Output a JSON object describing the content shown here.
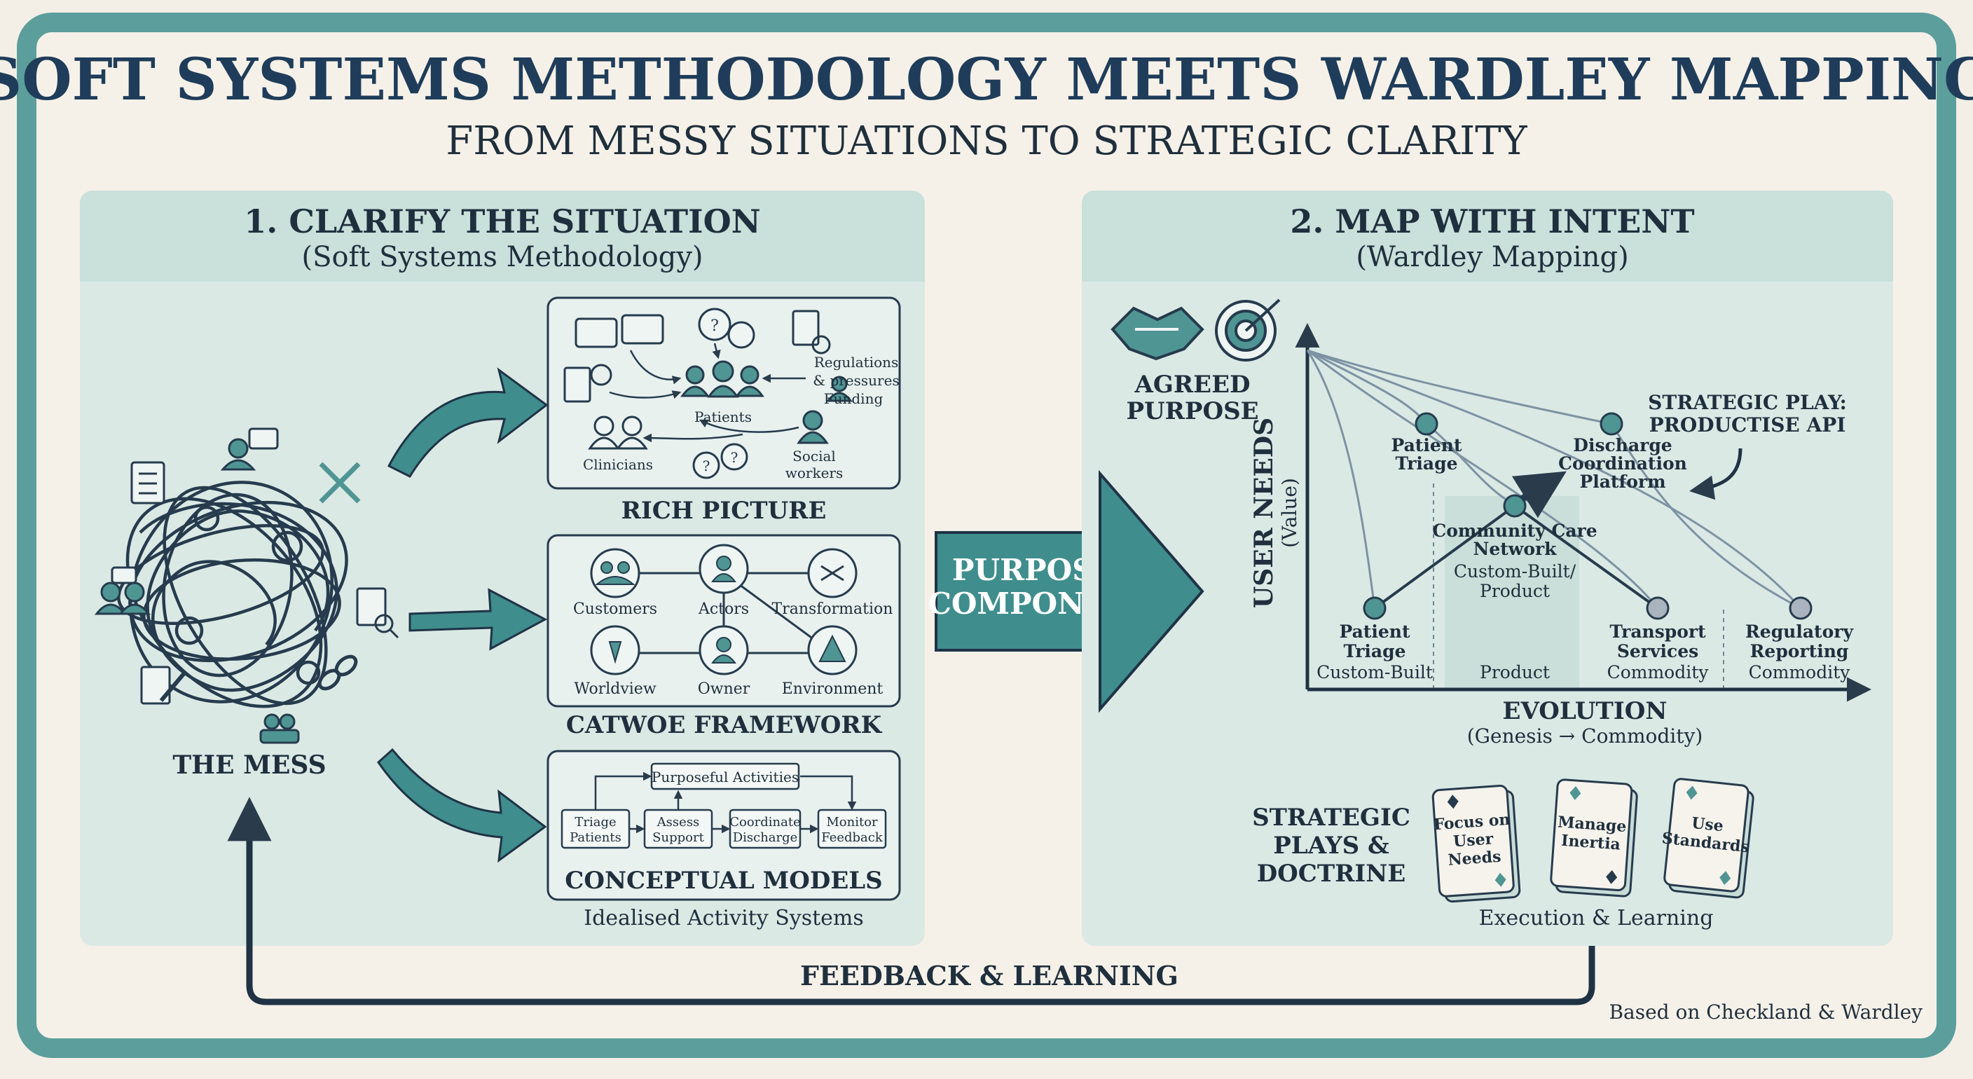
{
  "header": {
    "title": "SOFT SYSTEMS METHODOLOGY MEETS WARDLEY MAPPING",
    "subtitle": "FROM MESSY SITUATIONS TO STRATEGIC CLARITY"
  },
  "left_panel": {
    "title": "1. CLARIFY THE SITUATION",
    "subtitle": "(Soft Systems Methodology)",
    "mess_label": "THE MESS",
    "rich_picture": {
      "caption": "RICH PICTURE",
      "labels": {
        "regulations": "Regulations",
        "pressures": "& pressures",
        "funding": "Funding",
        "patients": "Patients",
        "clinicians": "Clinicians",
        "social1": "Social",
        "social2": "workers"
      }
    },
    "catwoe": {
      "caption": "CATWOE FRAMEWORK",
      "items": [
        "Customers",
        "Actors",
        "Transformation",
        "Worldview",
        "Owner",
        "Environment"
      ]
    },
    "conceptual": {
      "caption": "CONCEPTUAL MODELS",
      "sub": "Idealised Activity Systems",
      "top": "Purposeful Activities",
      "steps": [
        [
          "Triage",
          "Patients"
        ],
        [
          "Assess",
          "Support"
        ],
        [
          "Coordinate",
          "Discharge"
        ],
        [
          "Monitor",
          "Feedback"
        ]
      ]
    }
  },
  "middle_arrow": {
    "line1": "PURPOSE &",
    "line2": "COMPONENTS"
  },
  "right_panel": {
    "title": "2. MAP WITH INTENT",
    "subtitle": "(Wardley Mapping)",
    "agreed1": "AGREED",
    "agreed2": "PURPOSE",
    "y_axis": "USER NEEDS",
    "y_axis_sub": "(Value)",
    "x_axis": "EVOLUTION",
    "x_axis_sub": "(Genesis → Commodity)",
    "strategic_play": [
      "STRATEGIC PLAY:",
      "PRODUCTISE API"
    ],
    "nodes": {
      "patient_triage_top": [
        "Patient",
        "Triage"
      ],
      "discharge": [
        "Discharge",
        "Coordination",
        "Platform"
      ],
      "community": [
        "Community Care",
        "Network",
        "Custom-Built/",
        "Product"
      ],
      "patient_triage_bottom": [
        "Patient",
        "Triage",
        "Custom-Built"
      ],
      "product": "Product",
      "transport": [
        "Transport",
        "Services",
        "Commodity"
      ],
      "regulatory": [
        "Regulatory",
        "Reporting",
        "Commodity"
      ]
    },
    "plays": [
      "STRATEGIC",
      "PLAYS &",
      "DOCTRINE"
    ],
    "cards": [
      [
        "Focus on",
        "User",
        "Needs"
      ],
      [
        "Manage",
        "Inertia"
      ],
      [
        "Use",
        "Standards"
      ]
    ],
    "cards_caption": "Execution & Learning"
  },
  "feedback": "FEEDBACK & LEARNING",
  "credit": "Based on Checkland & Wardley",
  "colors": {
    "teal": "#5b9e9c",
    "navy": "#1f3345",
    "panel": "#dbe9e5",
    "panel_head": "#c9e0db",
    "bg": "#f4efe6"
  }
}
